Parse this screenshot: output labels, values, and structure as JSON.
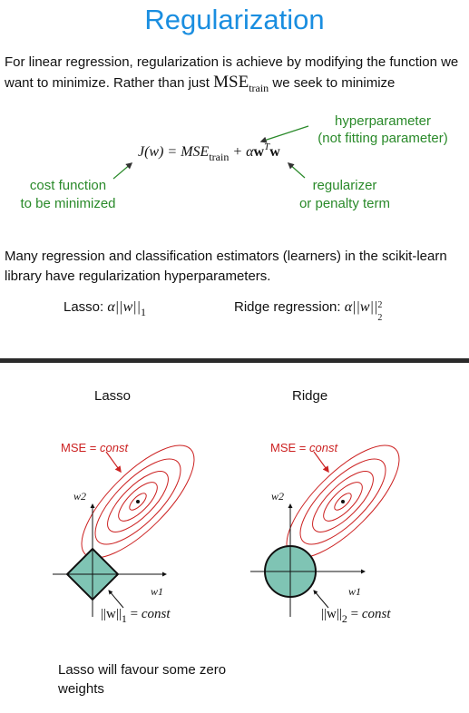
{
  "title": "Regularization",
  "intro": {
    "text_before": "For linear regression, regularization is achieve by modifying the function we want to minimize. Rather than just ",
    "mse": "MSE",
    "mse_sub": "train",
    "text_after": " we seek to minimize"
  },
  "equation": {
    "lhs": "J(w) = MSE",
    "sub": "train",
    "plus": " + α",
    "w1": "w",
    "sup": "T",
    "w2": "w"
  },
  "annotations": {
    "hyper_line1": "hyperparameter",
    "hyper_line2": "(not fitting parameter)",
    "cost_line1": "cost function",
    "cost_line2": "to be minimized",
    "reg_line1": "regularizer",
    "reg_line2": "or penalty term"
  },
  "estimators_text": "Many regression and classification estimators (learners) in the scikit-learn library have regularization hyperparameters.",
  "lasso_formula": {
    "label": "Lasso:",
    "expr": "α||w||",
    "sub": "1"
  },
  "ridge_formula": {
    "label": "Ridge regression:",
    "expr": "α||w||",
    "sub": "2",
    "sup": "2"
  },
  "diagrams": {
    "lasso": {
      "title": "Lasso",
      "mse_label": "MSE = ",
      "mse_const": "const",
      "w2": "w2",
      "w1": "w1",
      "norm_expr": "||w||",
      "norm_sub": "1",
      "norm_eq": " = ",
      "norm_const": "const"
    },
    "ridge": {
      "title": "Ridge",
      "mse_label": "MSE = ",
      "mse_const": "const",
      "w2": "w2",
      "w1": "w1",
      "norm_expr": "||w||",
      "norm_sub": "2",
      "norm_eq": " = ",
      "norm_const": "const"
    }
  },
  "lasso_note": "Lasso will favour some zero weights",
  "colors": {
    "title": "#1a8ee0",
    "annotation": "#2a8a2a",
    "contour": "#cc2222",
    "region_fill": "#7fc4b4",
    "divider": "#2a2a2a"
  }
}
